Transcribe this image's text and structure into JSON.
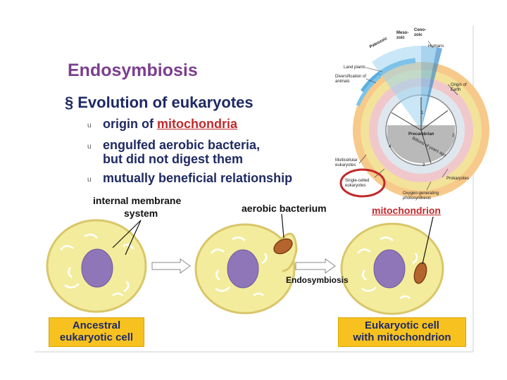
{
  "slide": {
    "title": "Endosymbiosis",
    "heading_marker": "§",
    "heading": "Evolution of eukaryotes",
    "bullet_glyph": "u",
    "bullets": [
      {
        "pre": "origin of ",
        "highlight": "mitochondria"
      },
      {
        "line1": "engulfed aerobic bacteria,",
        "line2": "but did not digest them"
      },
      {
        "text": "mutually beneficial relationship"
      }
    ]
  },
  "diagram": {
    "label_membrane_1": "internal membrane",
    "label_membrane_2": "system",
    "label_bacterium": "aerobic bacterium",
    "label_mitochondrion": "mitochondrion",
    "label_endosymbiosis": "Endosymbiosis",
    "box_left_1": "Ancestral",
    "box_left_2": "eukaryotic cell",
    "box_right_1": "Eukaryotic cell",
    "box_right_2": "with mitochondrion"
  },
  "clock": {
    "eras": [
      "Paleozoic",
      "Meso-zoic",
      "Ceno-zoic"
    ],
    "humans": "Humans",
    "land_plants": "Land plants",
    "diversification": "Diversification of animals",
    "origin_earth": "Origin of Earth",
    "precambrian": "Precambrian",
    "billions": "Billions of years ago",
    "multicellular": "Multicellular eukaryotes",
    "single_celled": "Single-celled eukaryotes",
    "prokaryotes": "Prokaryotes",
    "oxygen": "Oxygen-generating photosynthesis",
    "ticks": [
      "1",
      "2",
      "3",
      "4"
    ]
  },
  "colors": {
    "title": "#7b3f8e",
    "text": "#1f2a63",
    "accent_red": "#c0292b",
    "box_yellow": "#f7c21f",
    "cell_fill": "#f3ec9c",
    "cell_edge": "#d9c66a",
    "nucleus": "#8e76b8",
    "mito": "#b4652d"
  }
}
